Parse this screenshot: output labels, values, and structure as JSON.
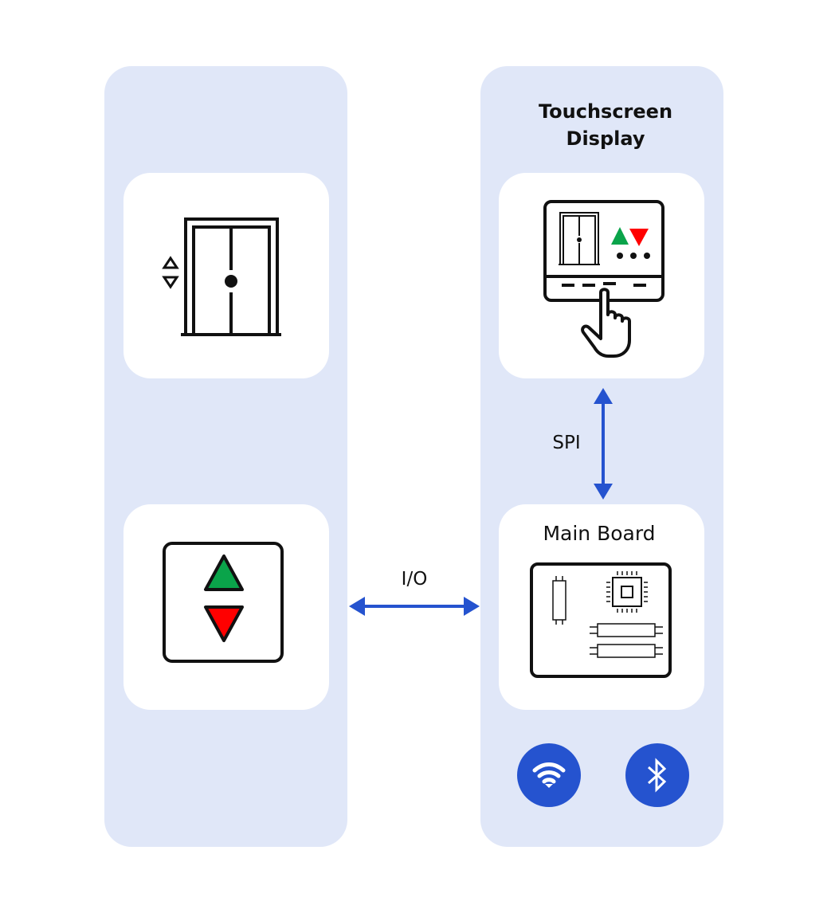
{
  "left_column": {
    "elevator_card": {
      "icon": "elevator-icon"
    },
    "buttons_card": {
      "icon": "up-down-buttons-icon",
      "up_color": "#0aa44a",
      "down_color": "#ff0000"
    }
  },
  "right_column": {
    "touchscreen": {
      "title_line1": "Touchscreen",
      "title_line2": "Display",
      "icon": "touchscreen-icon"
    },
    "main_board": {
      "title": "Main Board",
      "icon": "circuit-board-icon"
    },
    "wireless": [
      {
        "name": "Wi-Fi",
        "icon": "wifi-icon"
      },
      {
        "name": "Bluetooth",
        "icon": "bluetooth-icon"
      }
    ]
  },
  "connections": {
    "io_label": "I/O",
    "spi_label": "SPI"
  },
  "colors": {
    "panel_bg": "#e0e7f8",
    "accent_blue": "#2553cf",
    "up_green": "#0aa44a",
    "down_red": "#ff0000"
  }
}
